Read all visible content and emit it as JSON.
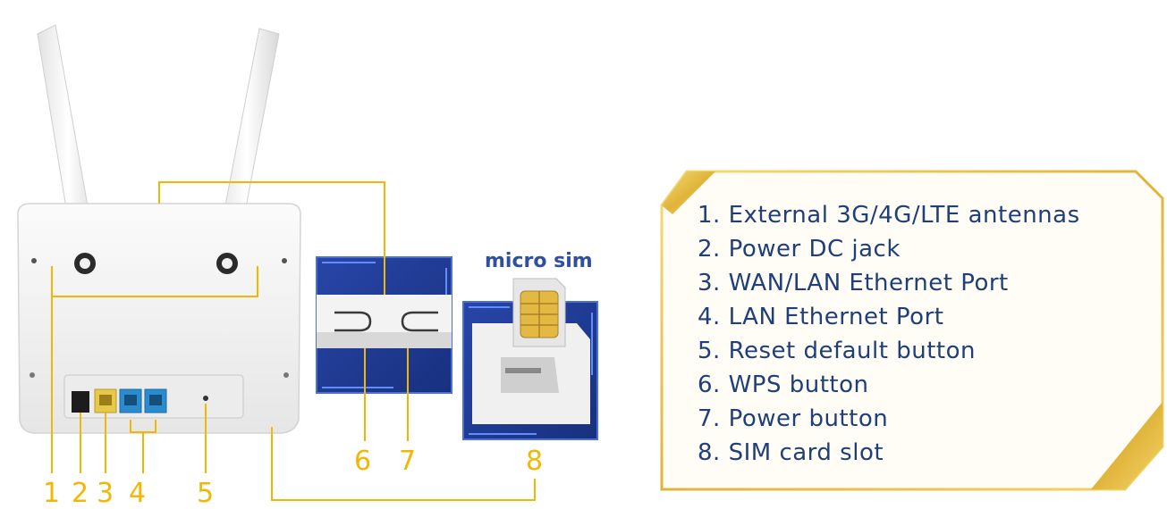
{
  "sim_caption": "micro sim",
  "callouts": [
    "1",
    "2",
    "3",
    "4",
    "5",
    "6",
    "7",
    "8"
  ],
  "legend": [
    "1. External 3G/4G/LTE antennas",
    "2. Power DC jack",
    "3. WAN/LAN Ethernet Port",
    "4. LAN Ethernet Port",
    "5. Reset default button",
    "6. WPS button",
    "7. Power button",
    "8. SIM card slot"
  ],
  "colors": {
    "callout": "#f2b705",
    "legend_text": "#1e3f7a",
    "inset_panel": "#1f3f9e",
    "wan_port": "#e8c84a",
    "lan_port": "#2a8ccf",
    "gold_frame": "#e8c04a"
  }
}
